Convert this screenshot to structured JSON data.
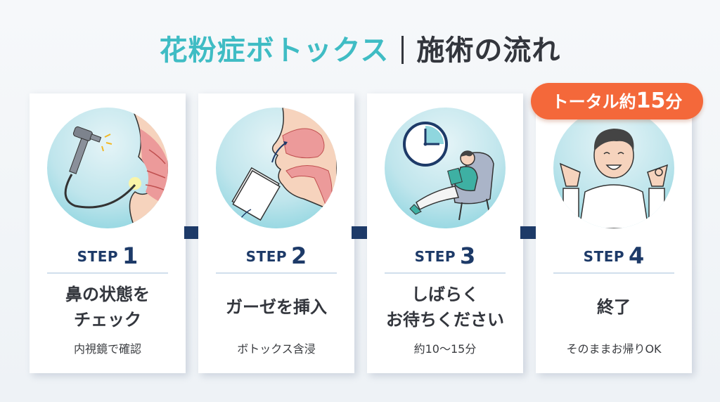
{
  "title": {
    "accent": "花粉症ボトックス",
    "main": "施術の流れ"
  },
  "badge": {
    "prefix": "トータル約",
    "value": "15",
    "unit": "分"
  },
  "colors": {
    "accent": "#3fbcc4",
    "navy": "#1d3a68",
    "badge": "#f4683a",
    "text": "#33363d"
  },
  "steps": [
    {
      "label": "STEP",
      "number": "1",
      "title_lines": [
        "鼻の状態を",
        "チェック"
      ],
      "sub": "内視鏡で確認",
      "illustration": "endoscope-nose-icon"
    },
    {
      "label": "STEP",
      "number": "2",
      "title_lines": [
        "ガーゼを挿入"
      ],
      "sub": "ボトックス含浸",
      "illustration": "gauze-nose-icon"
    },
    {
      "label": "STEP",
      "number": "3",
      "title_lines": [
        "しばらく",
        "お待ちください"
      ],
      "sub": "約10〜15分",
      "illustration": "clock-waiting-icon"
    },
    {
      "label": "STEP",
      "number": "4",
      "title_lines": [
        "終了"
      ],
      "sub": "そのままお帰りOK",
      "illustration": "happy-person-icon"
    }
  ]
}
